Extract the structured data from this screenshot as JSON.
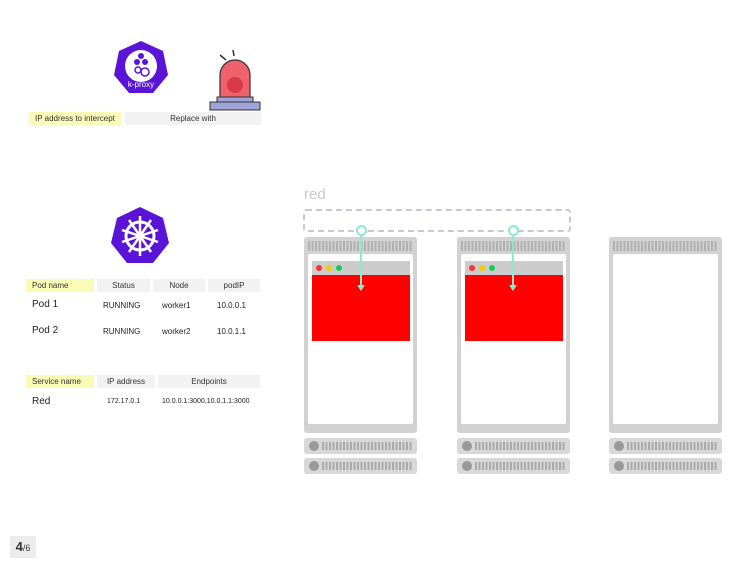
{
  "kproxy": {
    "logo_label": "k-proxy",
    "table_headers": [
      "IP address to intercept",
      "Replace with"
    ]
  },
  "pods": {
    "headers": [
      "Pod name",
      "Status",
      "Node",
      "podIP"
    ],
    "rows": [
      [
        "Pod 1",
        "RUNNING",
        "worker1",
        "10.0.0.1"
      ],
      [
        "Pod 2",
        "RUNNING",
        "worker2",
        "10.0.1.1"
      ]
    ]
  },
  "services": {
    "headers": [
      "Service name",
      "IP address",
      "Endpoints"
    ],
    "rows": [
      [
        "Red",
        "172.17.0.1",
        "10.0.0.1:3000,10.0.1.1:3000"
      ]
    ]
  },
  "service_label": "red",
  "pager": {
    "current": "4",
    "total": "/6"
  },
  "colors": {
    "k8s": "#5a14d8",
    "pod": "#ff0000",
    "arrow": "#8eeacb"
  }
}
